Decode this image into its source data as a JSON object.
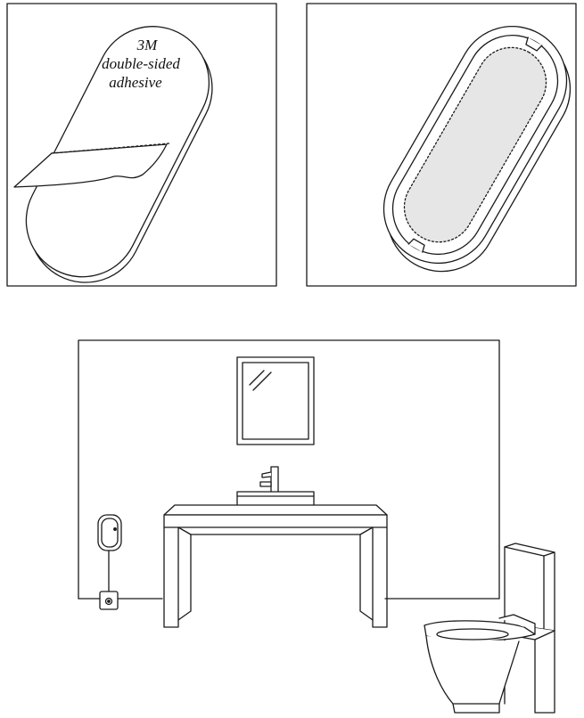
{
  "panels": {
    "adhesive": {
      "label_lines": [
        "3M",
        "double-sided",
        "adhesive"
      ]
    }
  },
  "colors": {
    "stroke": "#1a1a1a",
    "fill_gray": "#e6e6e6",
    "background": "#ffffff"
  }
}
